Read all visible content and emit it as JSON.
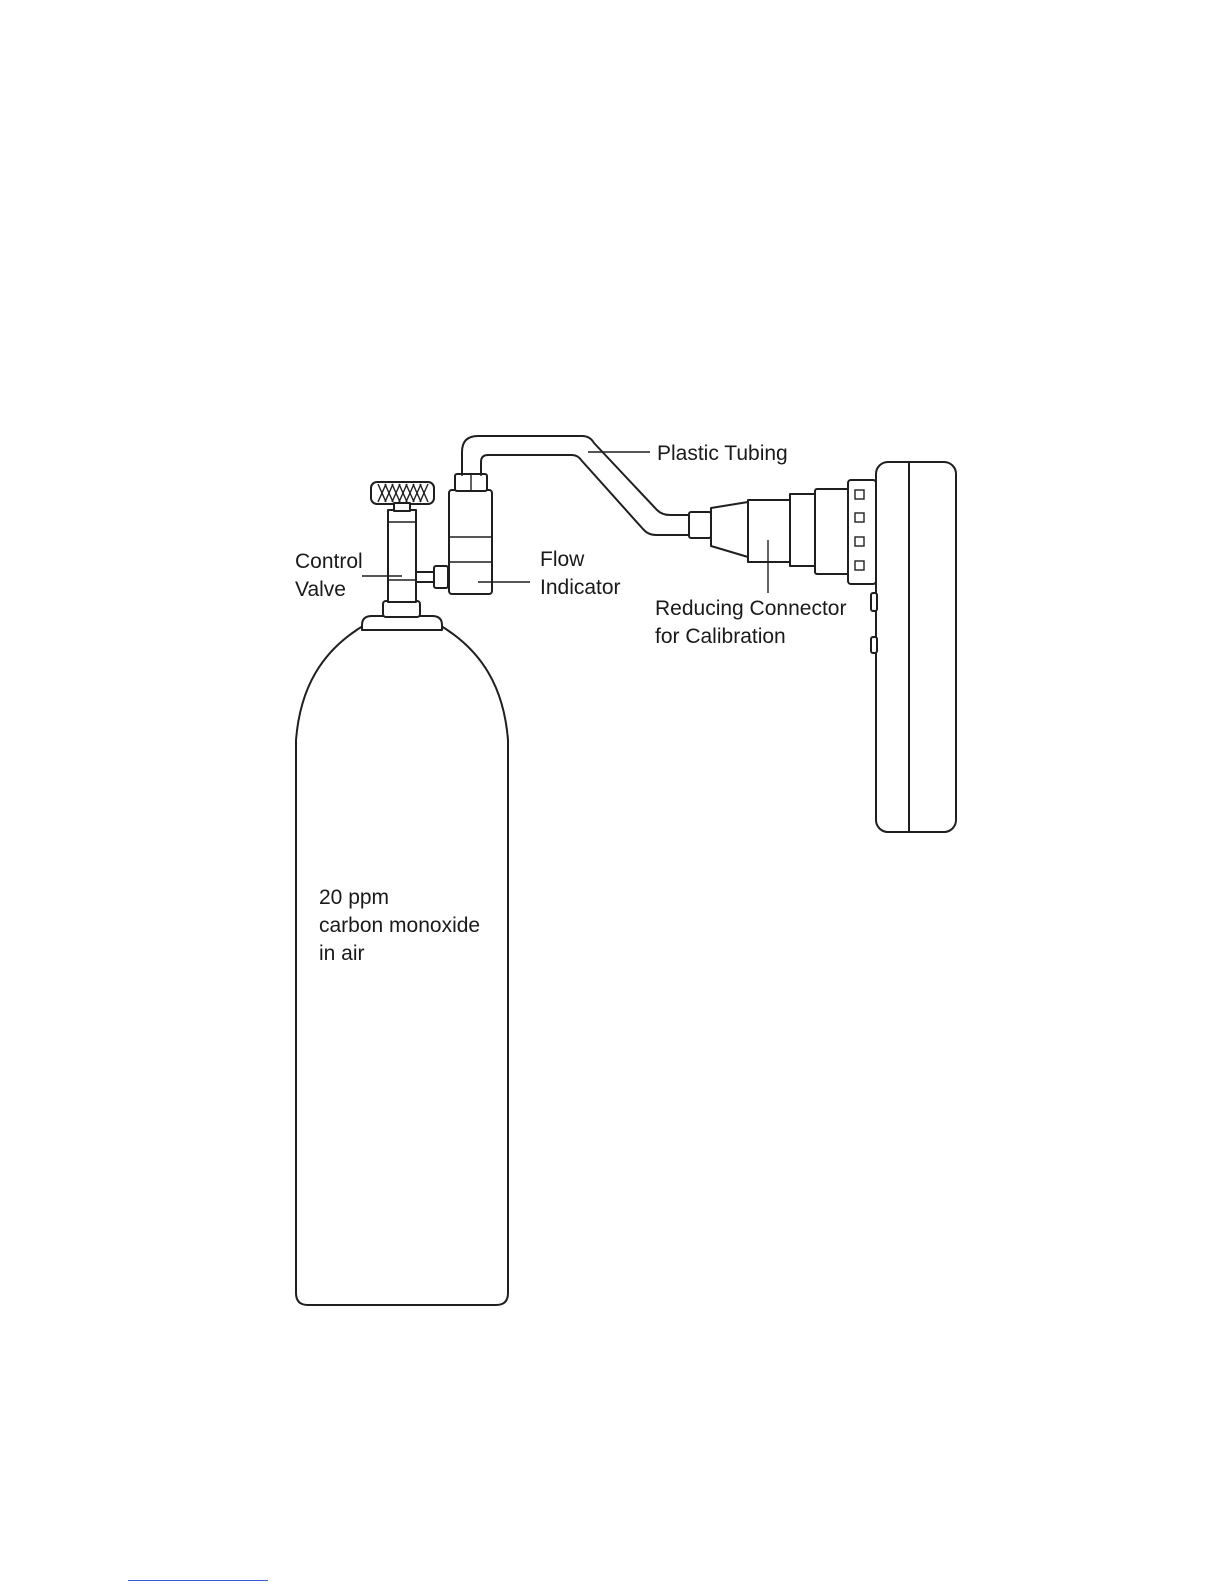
{
  "labels": {
    "plastic_tubing": "Plastic Tubing",
    "control_valve": [
      "Control",
      "Valve"
    ],
    "flow_indicator": [
      "Flow",
      "Indicator"
    ],
    "reducing_connector": [
      "Reducing Connector",
      "for Calibration"
    ],
    "cylinder": [
      "20 ppm",
      "carbon monoxide",
      "in air"
    ]
  },
  "colors": {
    "line": "#1f1f1f",
    "footnote_rule": "#3b5bd9"
  }
}
